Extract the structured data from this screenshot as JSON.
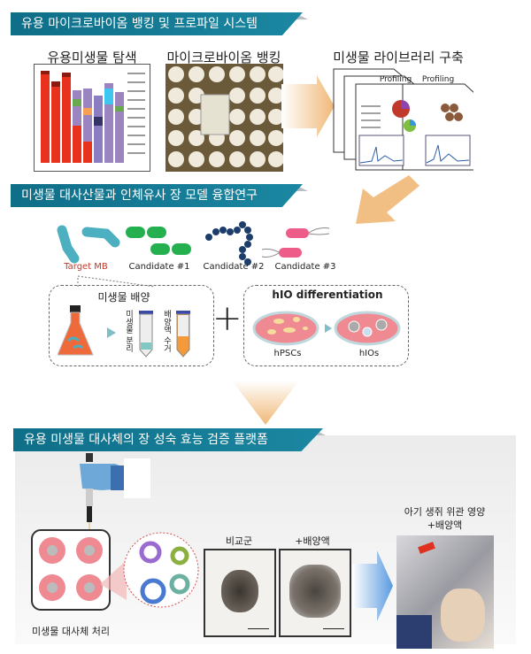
{
  "section1": {
    "banner": "유용 마이크로바이옴 뱅킹 및 프로파일 시스템",
    "step1_title": "유용미생물 탐색",
    "step2_title": "마이크로바이옴 뱅킹",
    "step3_title": "미생물 라이브러리 구축",
    "doc_label_1": "Profiling",
    "doc_label_2": "Profiling"
  },
  "section2": {
    "banner": "미생물 대사산물과 인체유사 장 모델 융합연구",
    "microbes": [
      {
        "label": "Target MB",
        "color": "#c0392b"
      },
      {
        "label": "Candidate #1",
        "color": "#333333"
      },
      {
        "label": "Candidate #2",
        "color": "#333333"
      },
      {
        "label": "Candidate #3",
        "color": "#333333"
      }
    ],
    "culture_box_title": "미생물 배양",
    "tube1_label": "미생물 분리",
    "tube2_label": "배양액 수거",
    "plus": "+",
    "hio_box_title": "hIO differentiation",
    "dish1_label": "hPSCs",
    "dish2_label": "hIOs"
  },
  "section3": {
    "banner": "유용 미생물 대사체의 장 성숙 효능 검증 플랫폼",
    "plate_label": "미생물 대사체 처리",
    "photo1_label": "비교군",
    "photo2_label": "+배양액",
    "mouse_label_line1": "아기 생쥐 위관 영양",
    "mouse_label_line2": "+배양액"
  },
  "colors": {
    "banner": "#1580a0",
    "arrow": "#f0b877",
    "accent_red": "#c0392b"
  }
}
